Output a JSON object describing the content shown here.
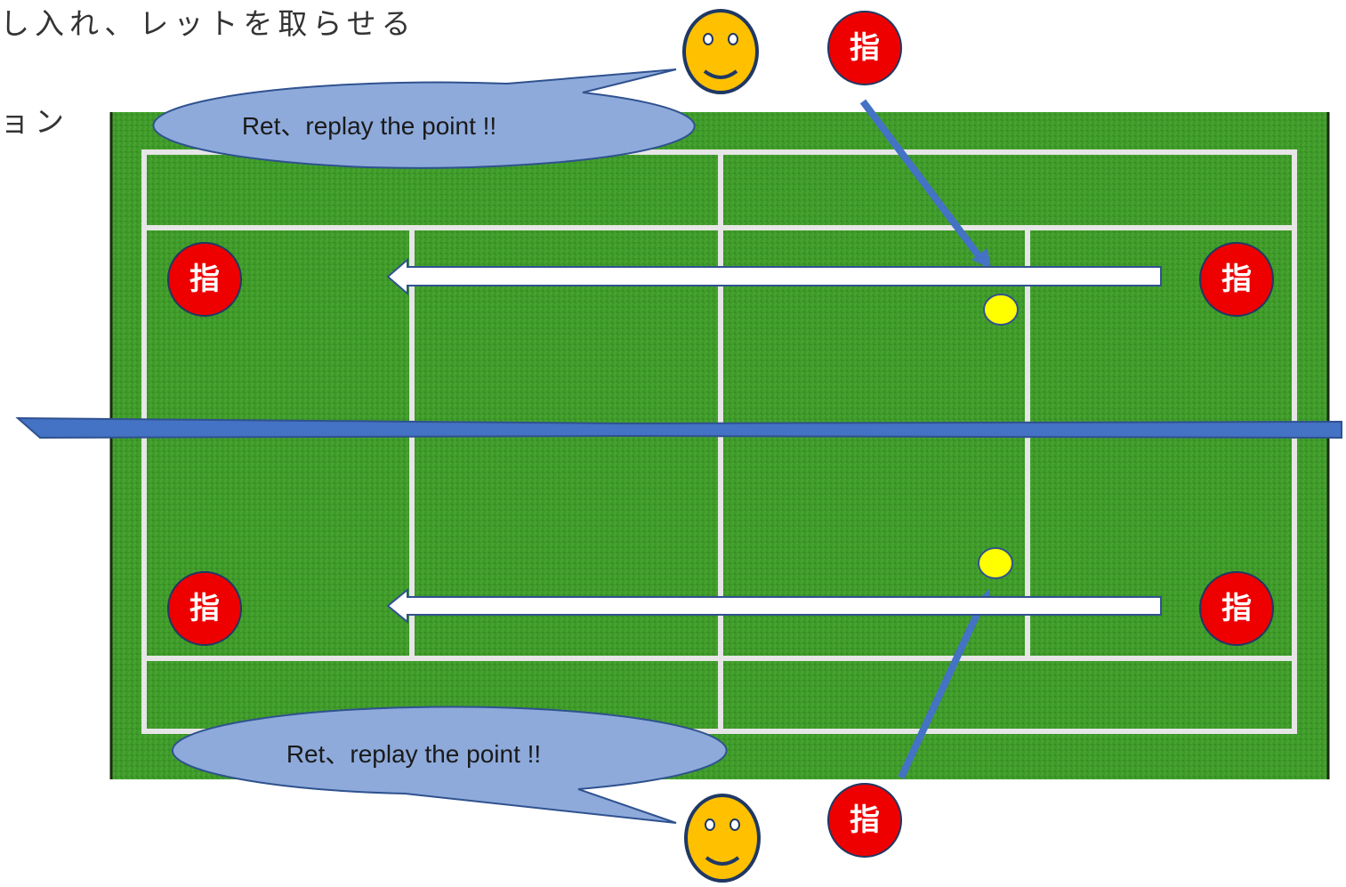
{
  "captions": {
    "top_line": "し入れ、レットを取らせる",
    "second_line": "ョン"
  },
  "bubbles": {
    "top_text": "Ret、replay the point !!",
    "bottom_text": "Ret、replay the point !!"
  },
  "umpire_badges": {
    "top_center": "指",
    "left_top": "指",
    "right_top": "指",
    "left_bottom": "指",
    "right_bottom": "指",
    "bottom_center": "指"
  },
  "colors": {
    "court_green": "#3f9a2a",
    "court_lines": "#e6e6e6",
    "net": "#4472c4",
    "bubble": "#8eaadb",
    "badge": "#ee0000",
    "ball": "#ffff00",
    "smiley": "#ffc000"
  }
}
